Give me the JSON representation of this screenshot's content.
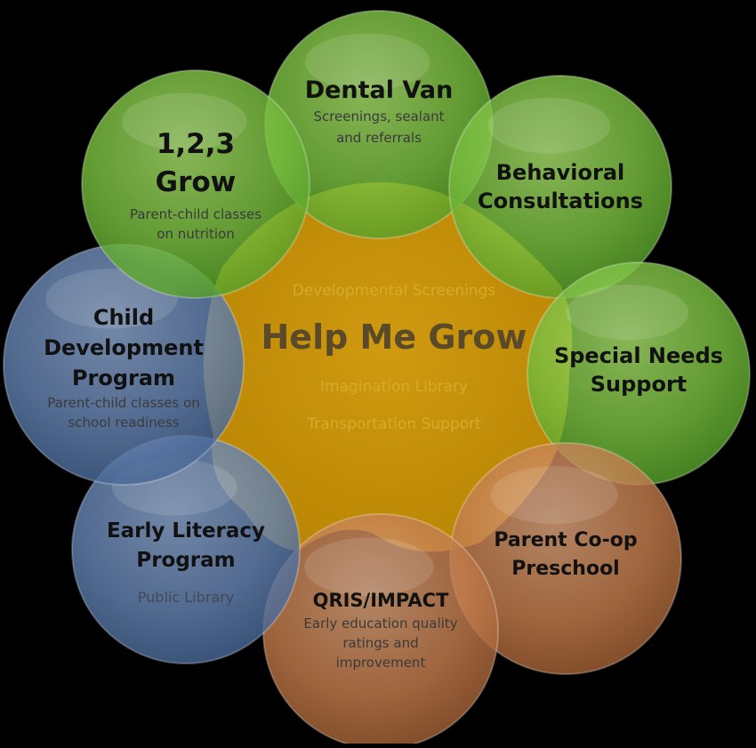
{
  "center": {
    "title": "Help Me Grow",
    "items": [
      "Developmental Screenings",
      "Imagination Library",
      "Transportation Support"
    ]
  },
  "petals": [
    {
      "id": "dental",
      "title": [
        "Dental Van"
      ],
      "sub": [
        "Screenings, sealant",
        "and referrals"
      ],
      "color": "#7cc242"
    },
    {
      "id": "behavioral",
      "title": [
        "Behavioral",
        "Consultations"
      ],
      "sub": [],
      "color": "#7cc242"
    },
    {
      "id": "special",
      "title": [
        "Special Needs",
        "Support"
      ],
      "sub": [],
      "color": "#7cc242"
    },
    {
      "id": "coop",
      "title": [
        "Parent Co-op",
        "Preschool"
      ],
      "sub": [],
      "color": "#c07a4a"
    },
    {
      "id": "qris",
      "title": [
        "QRIS/IMPACT"
      ],
      "sub": [
        "Early education quality",
        "ratings and",
        "improvement"
      ],
      "color": "#c07a4a"
    },
    {
      "id": "literacy",
      "title": [
        "Early Literacy",
        "Program"
      ],
      "sub": [
        "Public Library"
      ],
      "color": "#5f7fad"
    },
    {
      "id": "cdp",
      "title": [
        "Child",
        "Development",
        "Program"
      ],
      "sub": [
        "Parent-child classes on",
        "school readiness"
      ],
      "color": "#5f7fad"
    },
    {
      "id": "grow123",
      "title": [
        "1,2,3",
        "Grow"
      ],
      "sub": [
        "Parent-child classes",
        "on nutrition"
      ],
      "color": "#7cc242"
    }
  ],
  "colors": {
    "center": "#c8930a",
    "green": "#7cc242",
    "blue": "#5f7fad",
    "brown": "#c07a4a",
    "background": "#000000"
  }
}
